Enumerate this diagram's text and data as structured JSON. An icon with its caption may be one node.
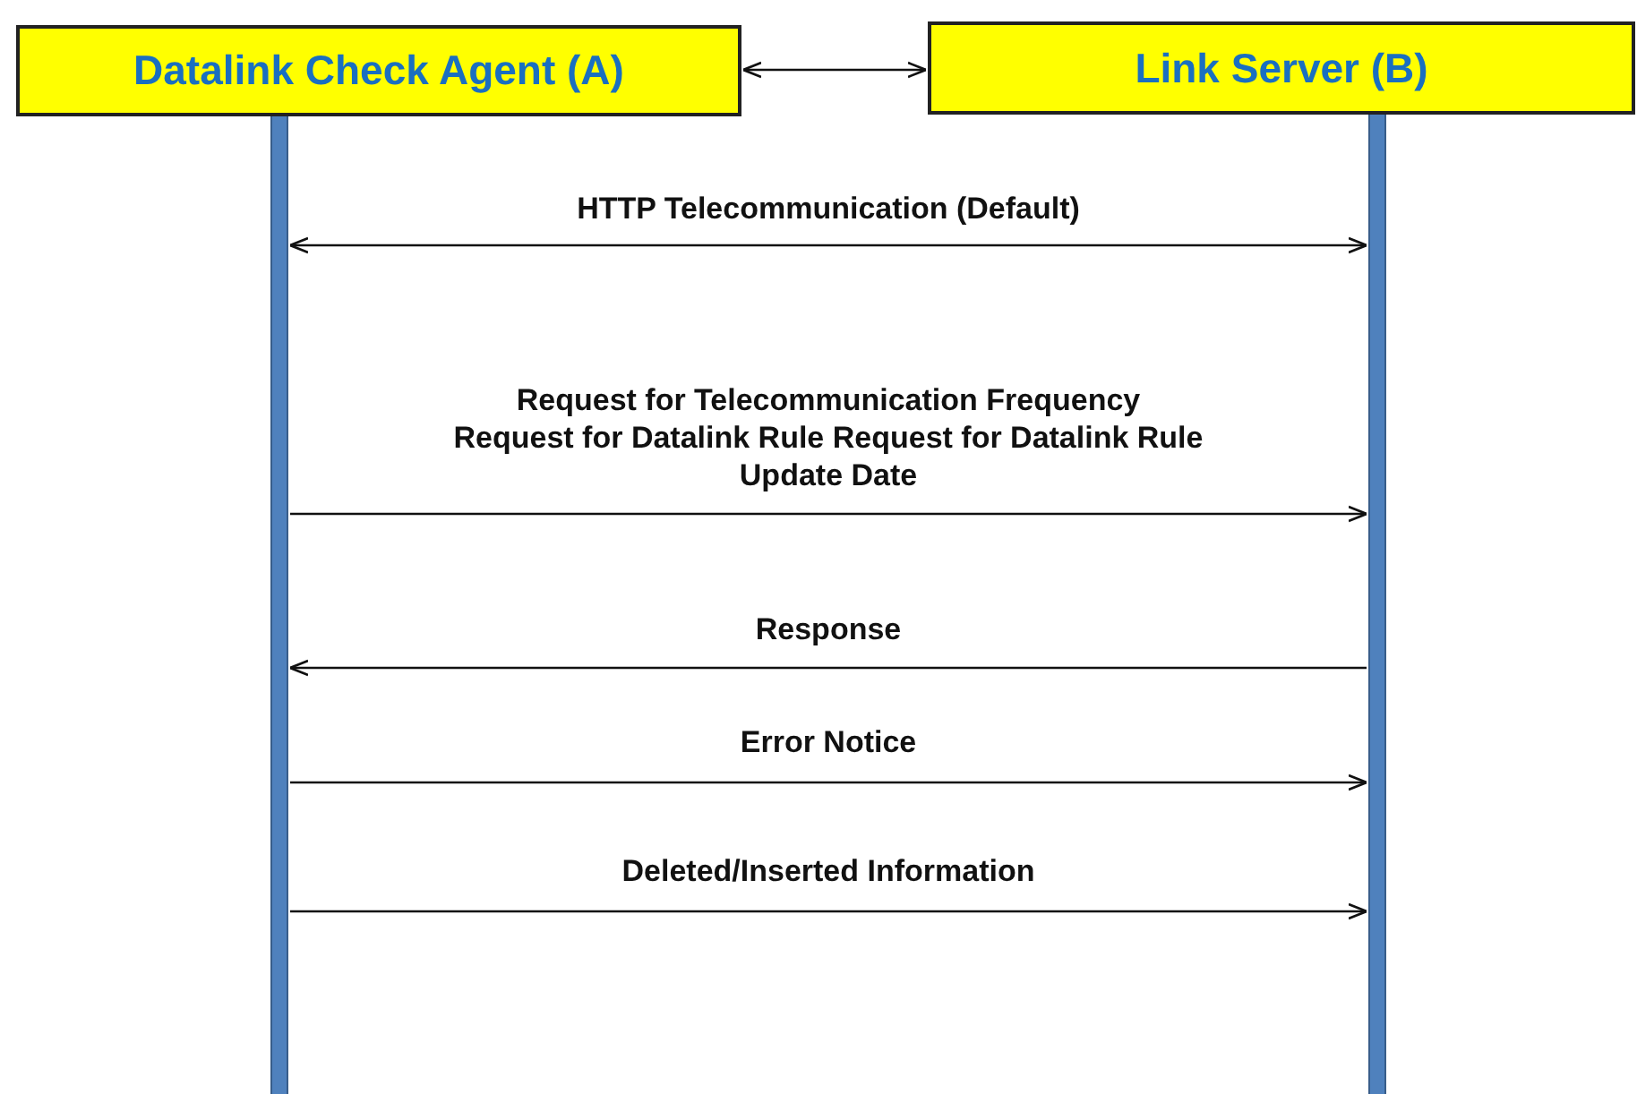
{
  "diagram": {
    "nodes": [
      {
        "text": [
          "Datalink Check Agent (A)"
        ]
      },
      {
        "text": [
          "Link Server (B)"
        ]
      },
      {
        "text": [],
        "shape": "bar"
      },
      {
        "text": [],
        "shape": "bar"
      }
    ],
    "edges": [
      {
        "from": 0,
        "to": 1,
        "arrow": "both"
      },
      {
        "from": 2,
        "to": 3,
        "arrow": "both",
        "label": "HTTP Telecommunication (Default)"
      },
      {
        "from": 2,
        "to": 3,
        "arrow": "to",
        "label": "Request for Telecommunication Frequency Request for Datalink Rule Request for Datalink Rule Update Date"
      },
      {
        "from": 3,
        "to": 2,
        "arrow": "to",
        "label": "Response"
      },
      {
        "from": 2,
        "to": 3,
        "arrow": "to",
        "label": "Error Notice"
      },
      {
        "from": 2,
        "to": 3,
        "arrow": "to",
        "label": "Deleted/Inserted Information"
      }
    ]
  }
}
